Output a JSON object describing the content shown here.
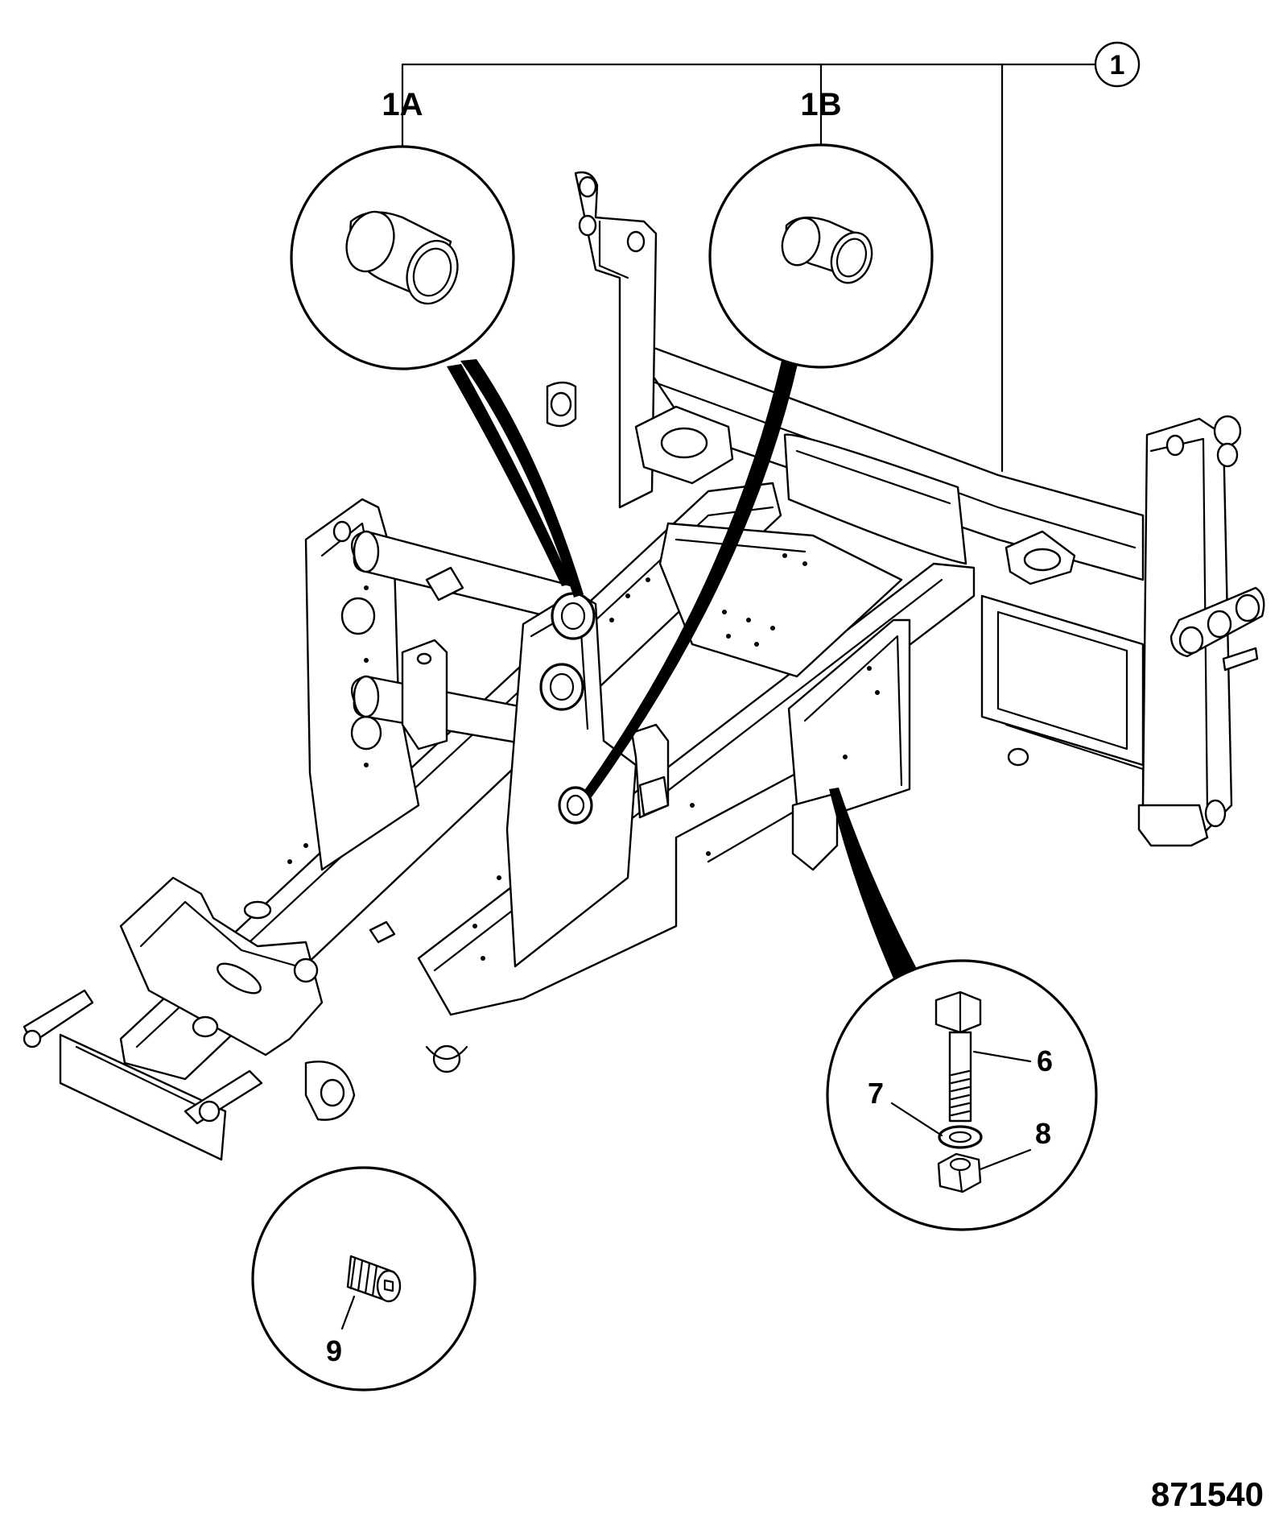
{
  "figure": {
    "reference_number": "871540"
  },
  "callouts": {
    "item_1": "1",
    "item_1a": "1A",
    "item_1b": "1B",
    "item_6": "6",
    "item_7": "7",
    "item_8": "8",
    "item_9": "9"
  },
  "icons": {
    "chassis": "chassis-frame-drawing",
    "bush_a": "bush-icon",
    "bush_b": "bush-icon",
    "bolt": "bolt-icon",
    "washer": "spring-washer-icon",
    "nut": "hex-nut-icon",
    "plug": "threaded-plug-icon"
  },
  "colors": {
    "line": "#000000",
    "background": "#ffffff"
  }
}
